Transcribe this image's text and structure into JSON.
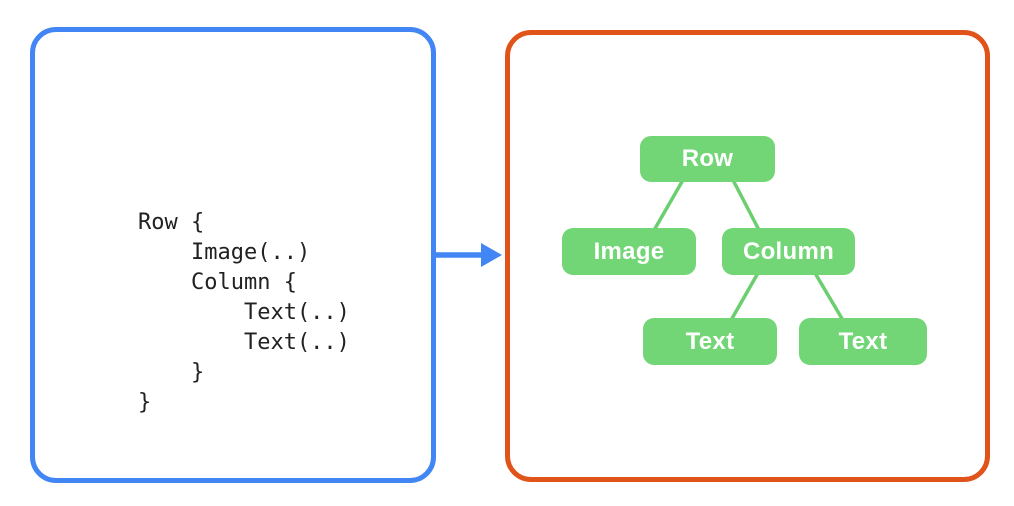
{
  "code_panel": {
    "lines": [
      "Row {",
      "    Image(..)",
      "    Column {",
      "        Text(..)",
      "        Text(..)",
      "    }",
      "}"
    ]
  },
  "tree_panel": {
    "nodes": {
      "row": "Row",
      "image": "Image",
      "column": "Column",
      "text1": "Text",
      "text2": "Text"
    },
    "edges": [
      "row-image",
      "row-column",
      "column-text1",
      "column-text2"
    ]
  },
  "colors": {
    "background": "#FFFFFF",
    "code_panel_border": "#4285F4",
    "tree_panel_border": "#E0541C",
    "code_text": "#212121",
    "node_fill": "#72D677",
    "node_text": "#FFFFFF",
    "edge_stroke": "#6BCE6F",
    "arrow": "#4285F4"
  }
}
